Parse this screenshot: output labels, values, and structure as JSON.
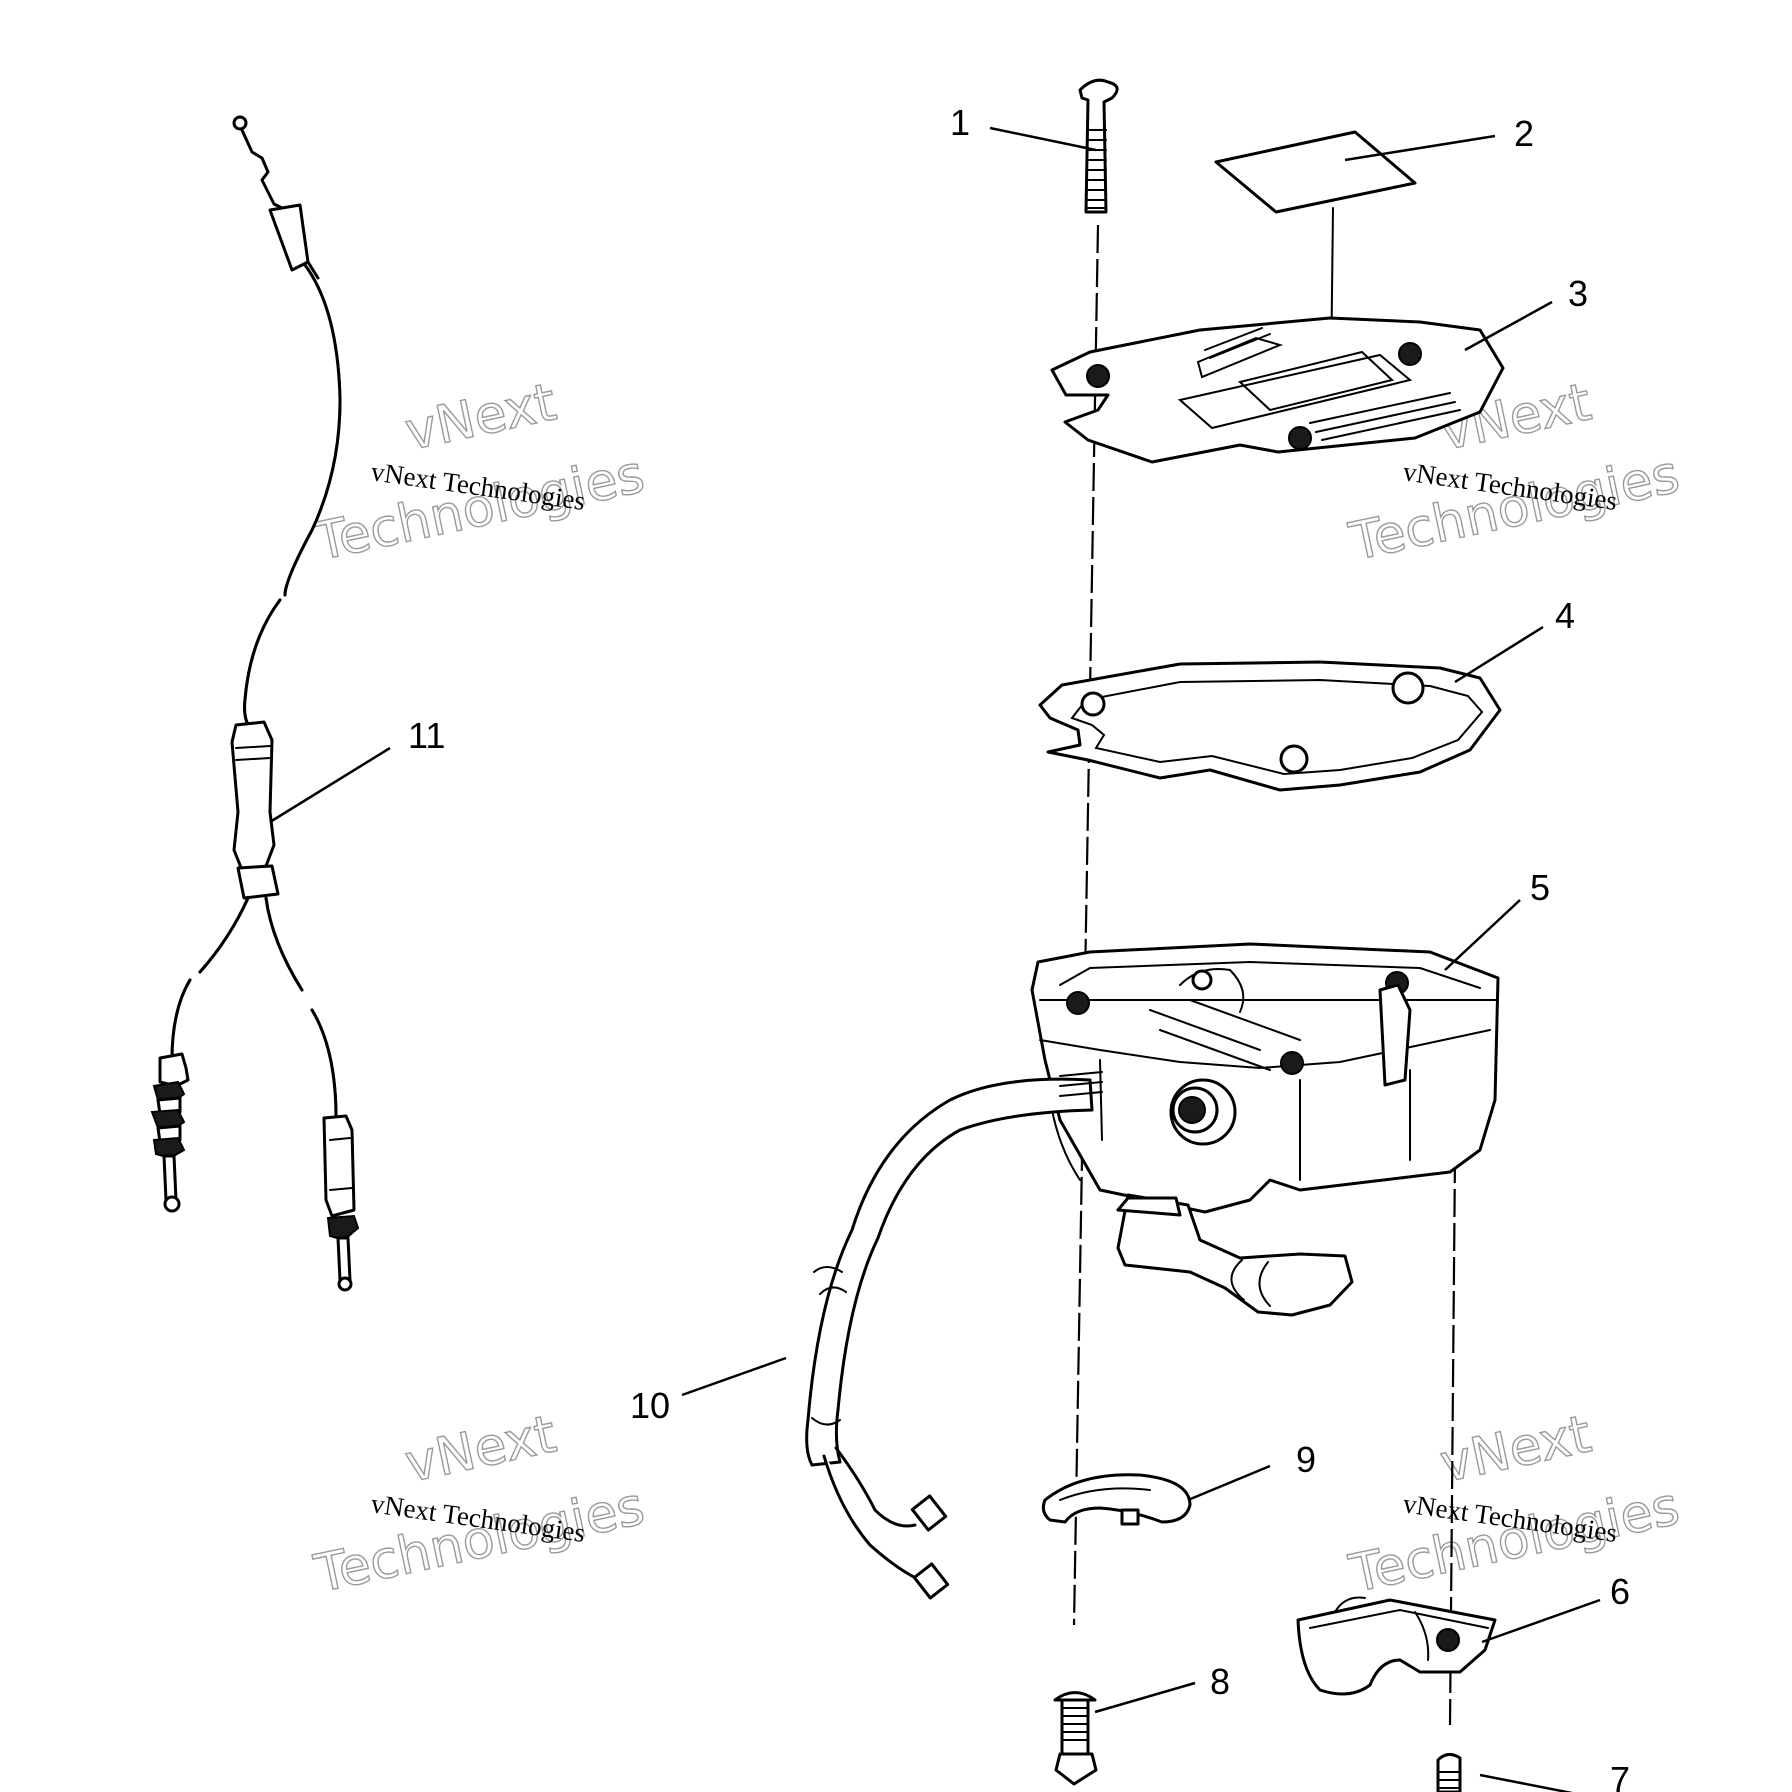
{
  "diagram": {
    "callouts": [
      {
        "id": "1",
        "label": "1"
      },
      {
        "id": "2",
        "label": "2"
      },
      {
        "id": "3",
        "label": "3"
      },
      {
        "id": "4",
        "label": "4"
      },
      {
        "id": "5",
        "label": "5"
      },
      {
        "id": "6",
        "label": "6"
      },
      {
        "id": "7",
        "label": "7"
      },
      {
        "id": "8",
        "label": "8"
      },
      {
        "id": "9",
        "label": "9"
      },
      {
        "id": "10",
        "label": "10"
      },
      {
        "id": "11",
        "label": "11"
      }
    ],
    "watermark": {
      "small": "vNext Technologies",
      "line1": "vNext",
      "line2": "Technologies"
    }
  }
}
